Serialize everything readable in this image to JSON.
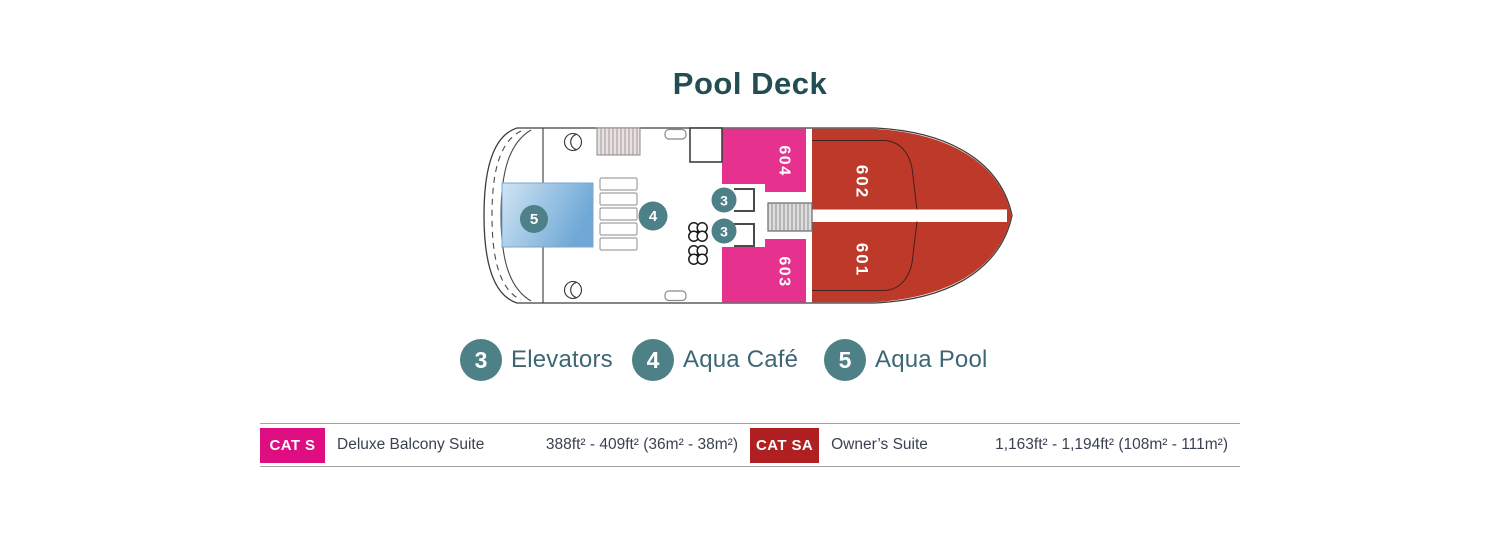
{
  "title": "Pool Deck",
  "colors": {
    "title_text": "#224d52",
    "marker_teal": "#4e8087",
    "legend_text": "#3e6773",
    "cat_s_badge": "#de0d81",
    "cat_s_cabin": "#e6318f",
    "cat_sa_badge": "#b01f21",
    "cat_sa_cabin": "#bd3a2b",
    "pool_blue_light": "#cfe4f4",
    "pool_blue_dark": "#6fa8d6",
    "table_text": "#3a4150"
  },
  "deck": {
    "cabins": [
      {
        "number": "604",
        "category": "CAT S"
      },
      {
        "number": "603",
        "category": "CAT S"
      },
      {
        "number": "602",
        "category": "CAT SA"
      },
      {
        "number": "601",
        "category": "CAT SA"
      }
    ],
    "markers": {
      "elevator_top": "3",
      "elevator_bottom": "3",
      "cafe": "4",
      "pool": "5"
    }
  },
  "legend": {
    "items": [
      {
        "number": "3",
        "label": "Elevators"
      },
      {
        "number": "4",
        "label": "Aqua Café"
      },
      {
        "number": "5",
        "label": "Aqua Pool"
      }
    ]
  },
  "categories": [
    {
      "code": "CAT S",
      "name": "Deluxe Balcony Suite",
      "area": "388ft² - 409ft² (36m² - 38m²)",
      "color": "#de0d81"
    },
    {
      "code": "CAT SA",
      "name": "Owner’s Suite",
      "area": "1,163ft² - 1,194ft² (108m² - 111m²)",
      "color": "#b01f21"
    }
  ]
}
